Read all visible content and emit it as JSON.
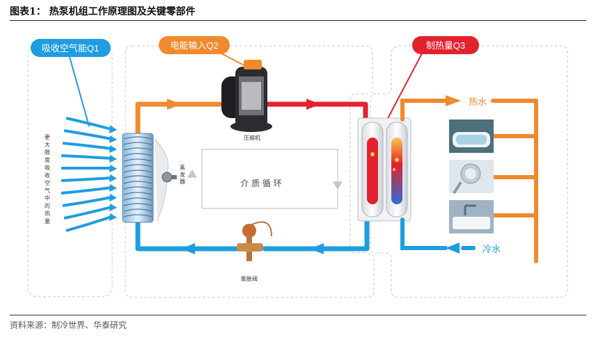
{
  "figure_title": "图表1： 热泵机组工作原理图及关键零部件",
  "source_note": "资料来源：制冷世界、华泰研究",
  "labels": {
    "q1": "吸收空气能Q1",
    "q2": "电能输入Q2",
    "q3": "制热量Q3",
    "air_heat": "更大限度吸收空气中的热量",
    "compressor": "压缩机",
    "evaporator": "蒸发器",
    "medium_cycle": "介 质 循 环",
    "expansion_valve": "膨胀阀",
    "hot_water": "热水",
    "cold_water": "冷水"
  },
  "colors": {
    "blue": "#1e9de0",
    "orange": "#f08a2c",
    "red": "#e3222d",
    "dashed_border": "#c8c8c8"
  }
}
